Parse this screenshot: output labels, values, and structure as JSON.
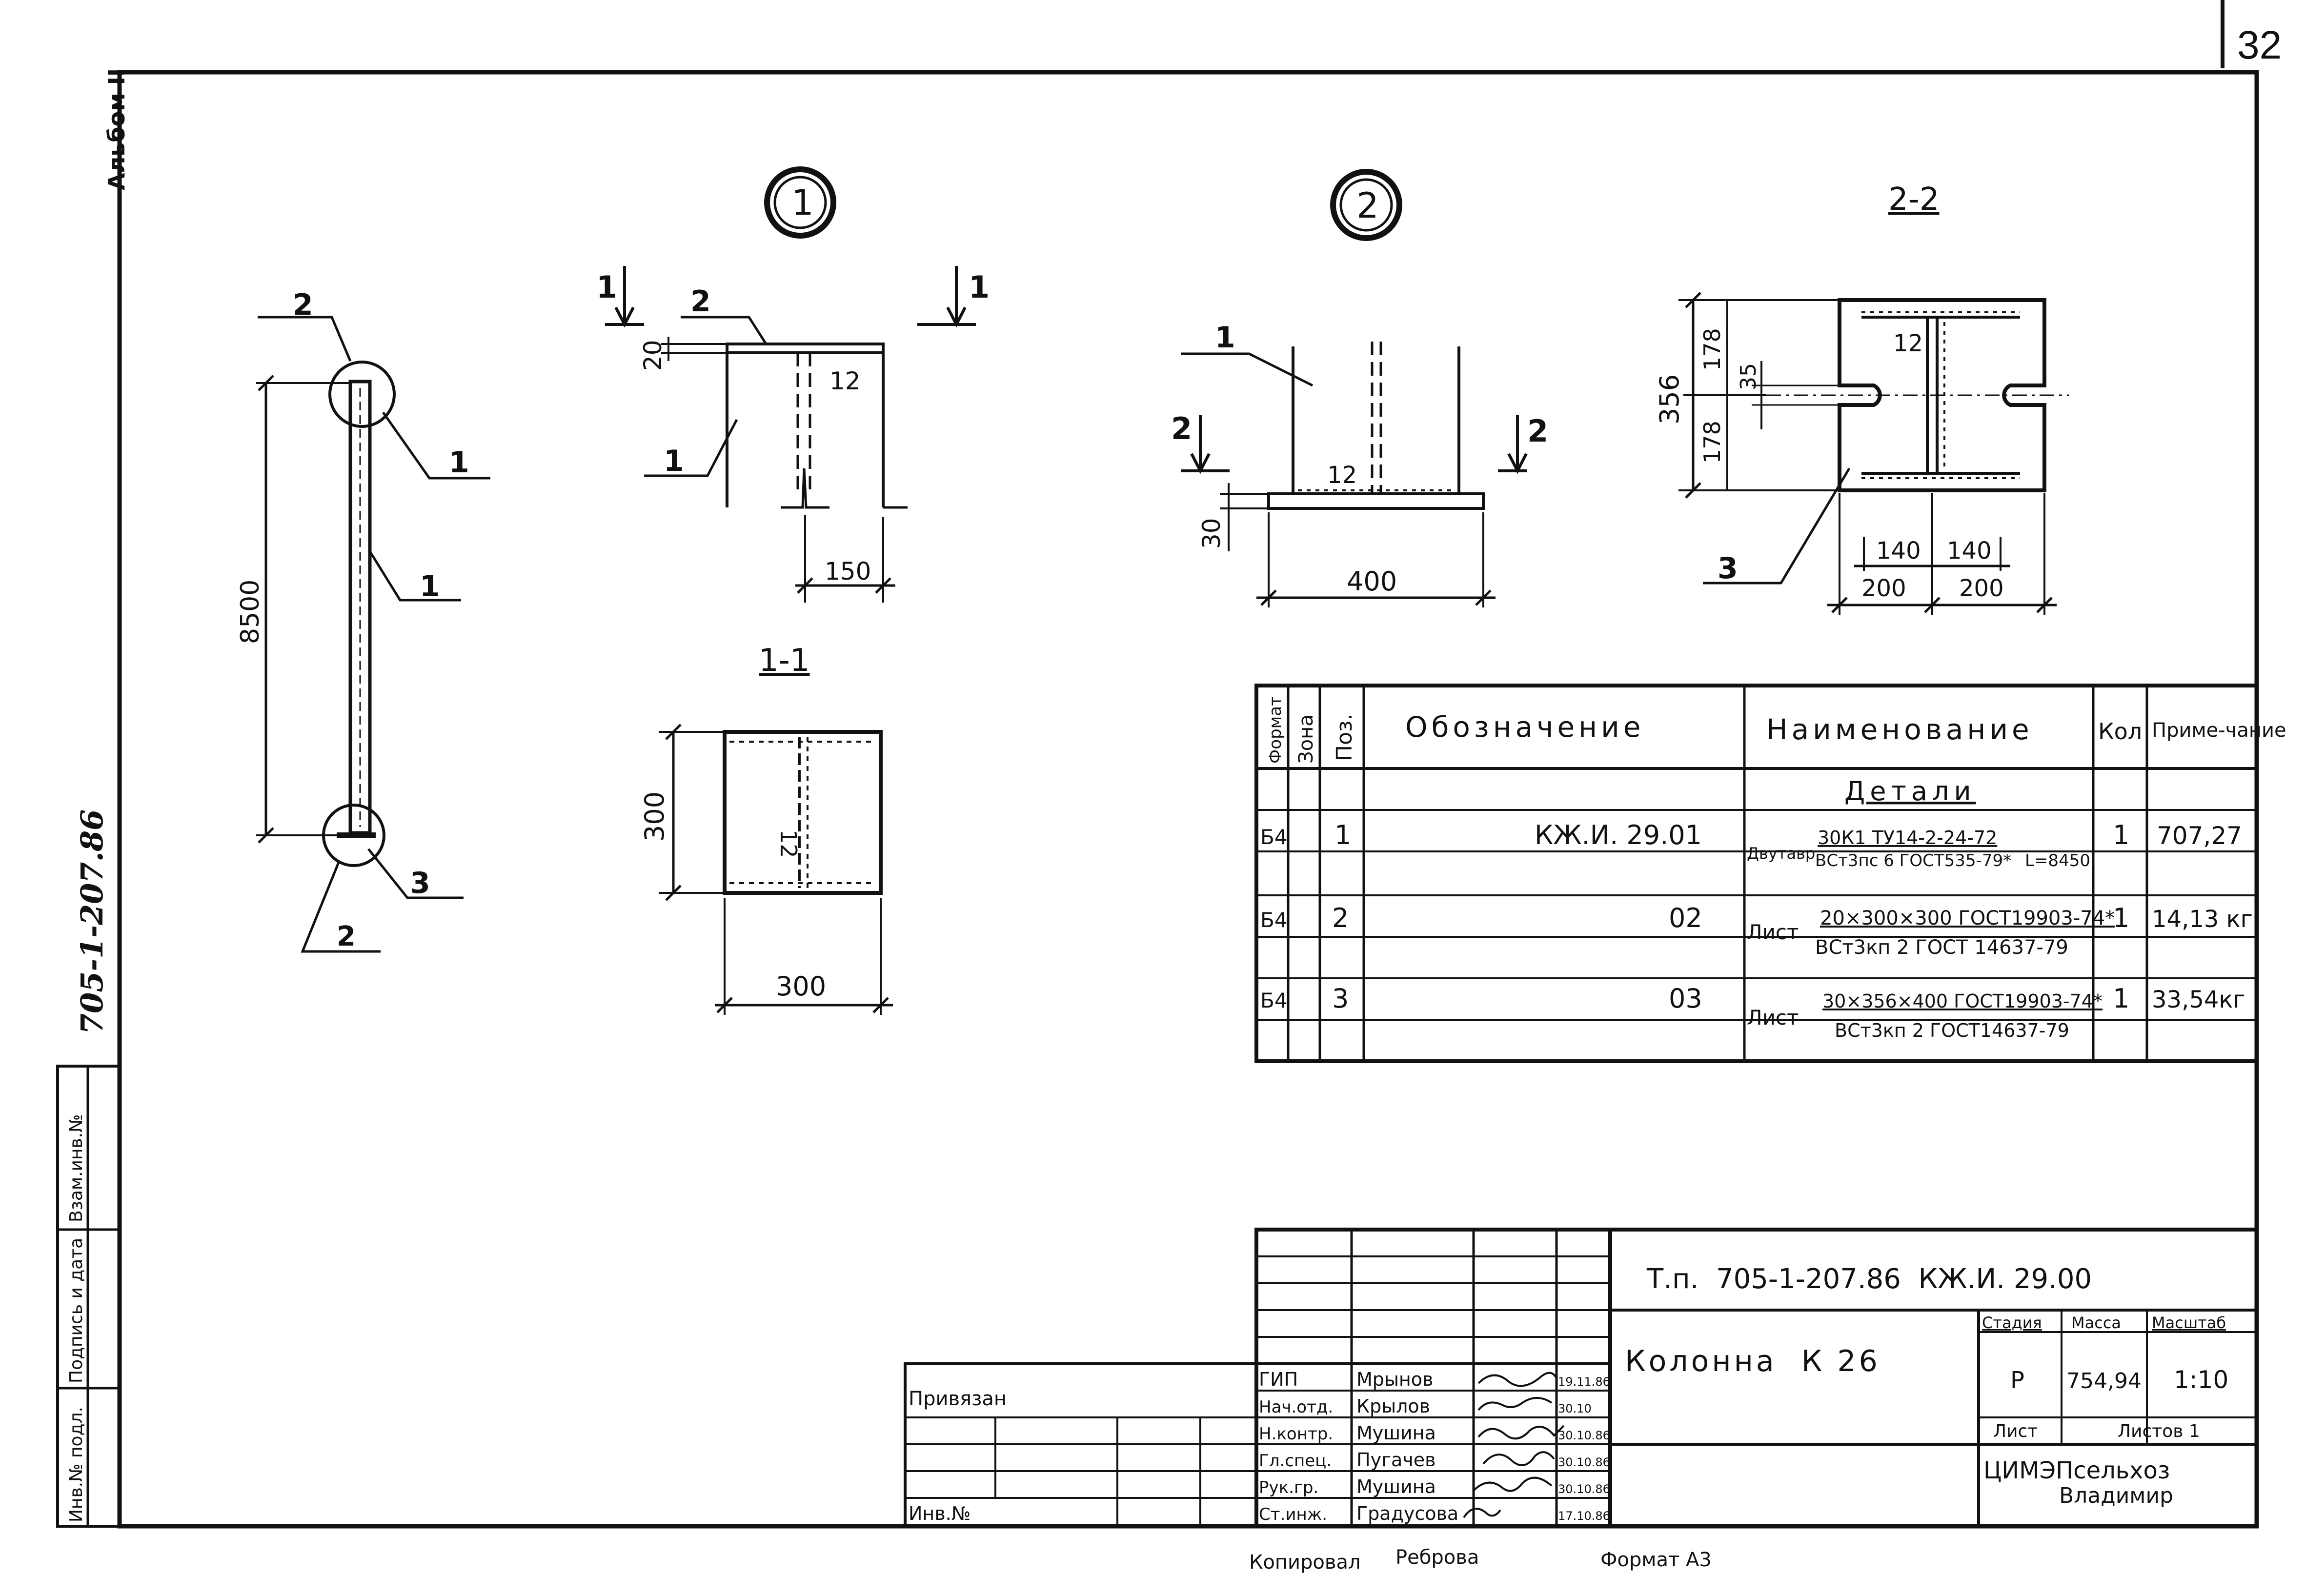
{
  "page_number": "32",
  "side": {
    "album": "Альбом II",
    "doc_code": "705-1-207.86",
    "stamp_labels": [
      "Инв.№ подл.",
      "Подпись и дата",
      "Взам.инв.№"
    ]
  },
  "views": {
    "overall": {
      "dimension": "8500",
      "callouts": [
        "2",
        "1",
        "3"
      ],
      "node_marks": [
        "1",
        "2"
      ]
    },
    "node1": {
      "mark": "1",
      "section_marks": [
        "1",
        "1"
      ],
      "callouts": [
        "2",
        "1"
      ],
      "dims": [
        "20",
        "150"
      ],
      "weld": "12"
    },
    "section11": {
      "title": "1-1",
      "dims": [
        "300",
        "300"
      ],
      "weld": "12"
    },
    "node2": {
      "mark": "2",
      "section_marks": [
        "2",
        "2"
      ],
      "callouts": [
        "1"
      ],
      "dims": [
        "30",
        "400"
      ],
      "weld": "12"
    },
    "section22": {
      "title": "2-2",
      "dims": [
        "356",
        "178",
        "178",
        "35",
        "140",
        "140",
        "200",
        "200"
      ],
      "callouts": [
        "3"
      ],
      "weld": "12"
    }
  },
  "spec": {
    "headers": {
      "format": "Формат",
      "zone": "Зона",
      "pos": "Поз.",
      "designation": "Обозначение",
      "name": "Наименование",
      "qty": "Кол",
      "note": "Приме-чание"
    },
    "section_title": "Детали",
    "rows": [
      {
        "format": "Б4",
        "pos": "1",
        "designation": "КЖ.И. 29.01",
        "name_prefix": "Двутавр",
        "name_top": "30К1 ТУ14-2-24-72",
        "name_bottom": "ВСт3пс 6 ГОСТ535-79*",
        "length": "L=8450",
        "qty": "1",
        "note": "707,27"
      },
      {
        "format": "Б4",
        "pos": "2",
        "designation": "02",
        "name_prefix": "Лист",
        "name_top": "20×300×300 ГОСТ19903-74*",
        "name_bottom": "ВСт3кп 2 ГОСТ 14637-79",
        "length": "",
        "qty": "1",
        "note": "14,13 кг"
      },
      {
        "format": "Б4",
        "pos": "3",
        "designation": "03",
        "name_prefix": "Лист",
        "name_top": "30×356×400 ГОСТ19903-74*",
        "name_bottom": "ВСт3кп 2 ГОСТ14637-79",
        "length": "",
        "qty": "1",
        "note": "33,54кг"
      }
    ]
  },
  "title_block": {
    "code": "Т.п.  705-1-207.86  КЖ.И. 29.00",
    "title": "Колонна  К 26",
    "stage_header": "Стадия",
    "mass_header": "Масса",
    "scale_header": "Масштаб",
    "stage": "Р",
    "mass": "754,94",
    "scale": "1:10",
    "sheet_label": "Лист",
    "sheets_label": "Листов 1",
    "org_line1": "ЦИМЭПсельхоз",
    "org_line2": "Владимир",
    "privyazan": "Привязан",
    "inv": "Инв.№",
    "staff": [
      {
        "role": "ГИП",
        "name": "Мрынов",
        "date": "19.11.86"
      },
      {
        "role": "Нач.отд.",
        "name": "Крылов",
        "date": "30.10"
      },
      {
        "role": "Н.контр.",
        "name": "Мушина",
        "date": "30.10.86"
      },
      {
        "role": "Гл.спец.",
        "name": "Пугачев",
        "date": "30.10.86"
      },
      {
        "role": "Рук.гр.",
        "name": "Мушина",
        "date": "30.10.86"
      },
      {
        "role": "Ст.инж.",
        "name": "Градусова",
        "date": "17.10.86"
      }
    ]
  },
  "footer": {
    "copied_label": "Копировал",
    "copied_name": "Реброва",
    "format": "Формат А3"
  }
}
